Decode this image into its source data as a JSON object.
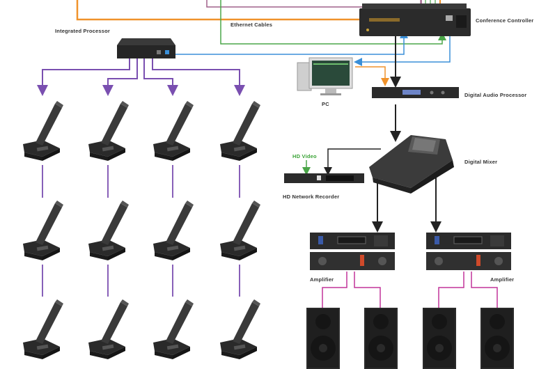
{
  "labels": {
    "ethernet_cables": "Ethernet Cables",
    "conference_controller": "Conference Controller",
    "integrated_processor": "Integrated Processor",
    "pc": "PC",
    "digital_audio_processor": "Digital Audio Processor",
    "digital_mixer": "Digital Mixer",
    "hd_video": "HD Video",
    "hd_network_recorder": "HD Network Recorder",
    "amplifier_left": "Amplifier",
    "amplifier_right": "Amplifier"
  },
  "colors": {
    "orange": "#f0922b",
    "green": "#4aa548",
    "blue": "#3a8fd8",
    "mauve": "#a0608a",
    "purple": "#7a4fb0",
    "signal": "#222222",
    "speaker_wire": "#c2339a",
    "device": "#2b2b2b"
  },
  "delegate_grid": {
    "columns": 4,
    "rows": 3
  },
  "amplifiers": 2,
  "speakers_per_amplifier": 2
}
